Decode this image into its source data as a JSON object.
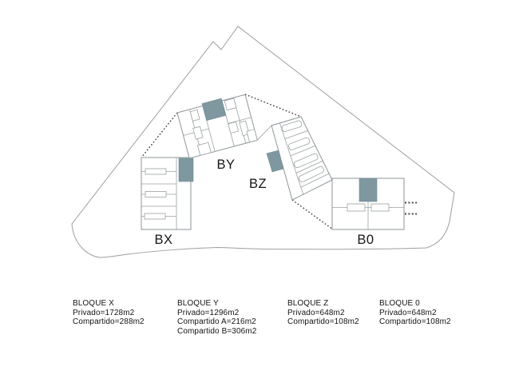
{
  "plan": {
    "labels": {
      "bx": "BX",
      "by": "BY",
      "bz": "BZ",
      "b0": "B0"
    }
  },
  "legend": {
    "columns": [
      {
        "title": "BLOQUE X",
        "lines": [
          "Privado=1728m2",
          "Compartido=288m2"
        ]
      },
      {
        "title": "BLOQUE Y",
        "lines": [
          "Privado=1296m2",
          "Compartido A=216m2",
          "Compartido B=306m2"
        ]
      },
      {
        "title": "BLOQUE Z",
        "lines": [
          "Privado=648m2",
          "Compartido=108m2"
        ]
      },
      {
        "title": "BLOQUE 0",
        "lines": [
          "Privado=648m2",
          "Compartido=108m2"
        ]
      }
    ]
  },
  "colors": {
    "core_fill": "#7f98a0",
    "outline": "#9b9fa1",
    "dashed": "#2a2a2a",
    "text": "#141414"
  }
}
